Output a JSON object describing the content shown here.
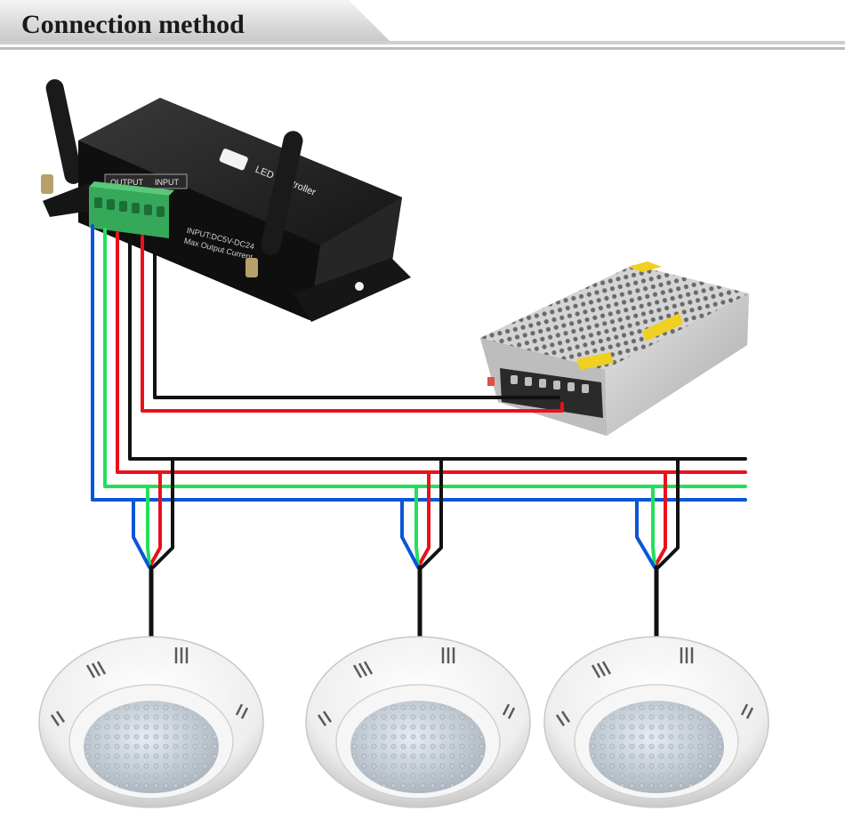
{
  "header": {
    "title": "Connection method"
  },
  "controller": {
    "brand_label": "LED Controller",
    "output_label": "OUTPUT",
    "input_label": "INPUT",
    "spec_line1": "INPUT:DC5V-DC24",
    "spec_line2": "Max Output Current"
  },
  "wires": {
    "colors": {
      "blue": "#0a55d8",
      "green": "#22e05a",
      "red": "#e8121a",
      "black": "#111111"
    }
  }
}
